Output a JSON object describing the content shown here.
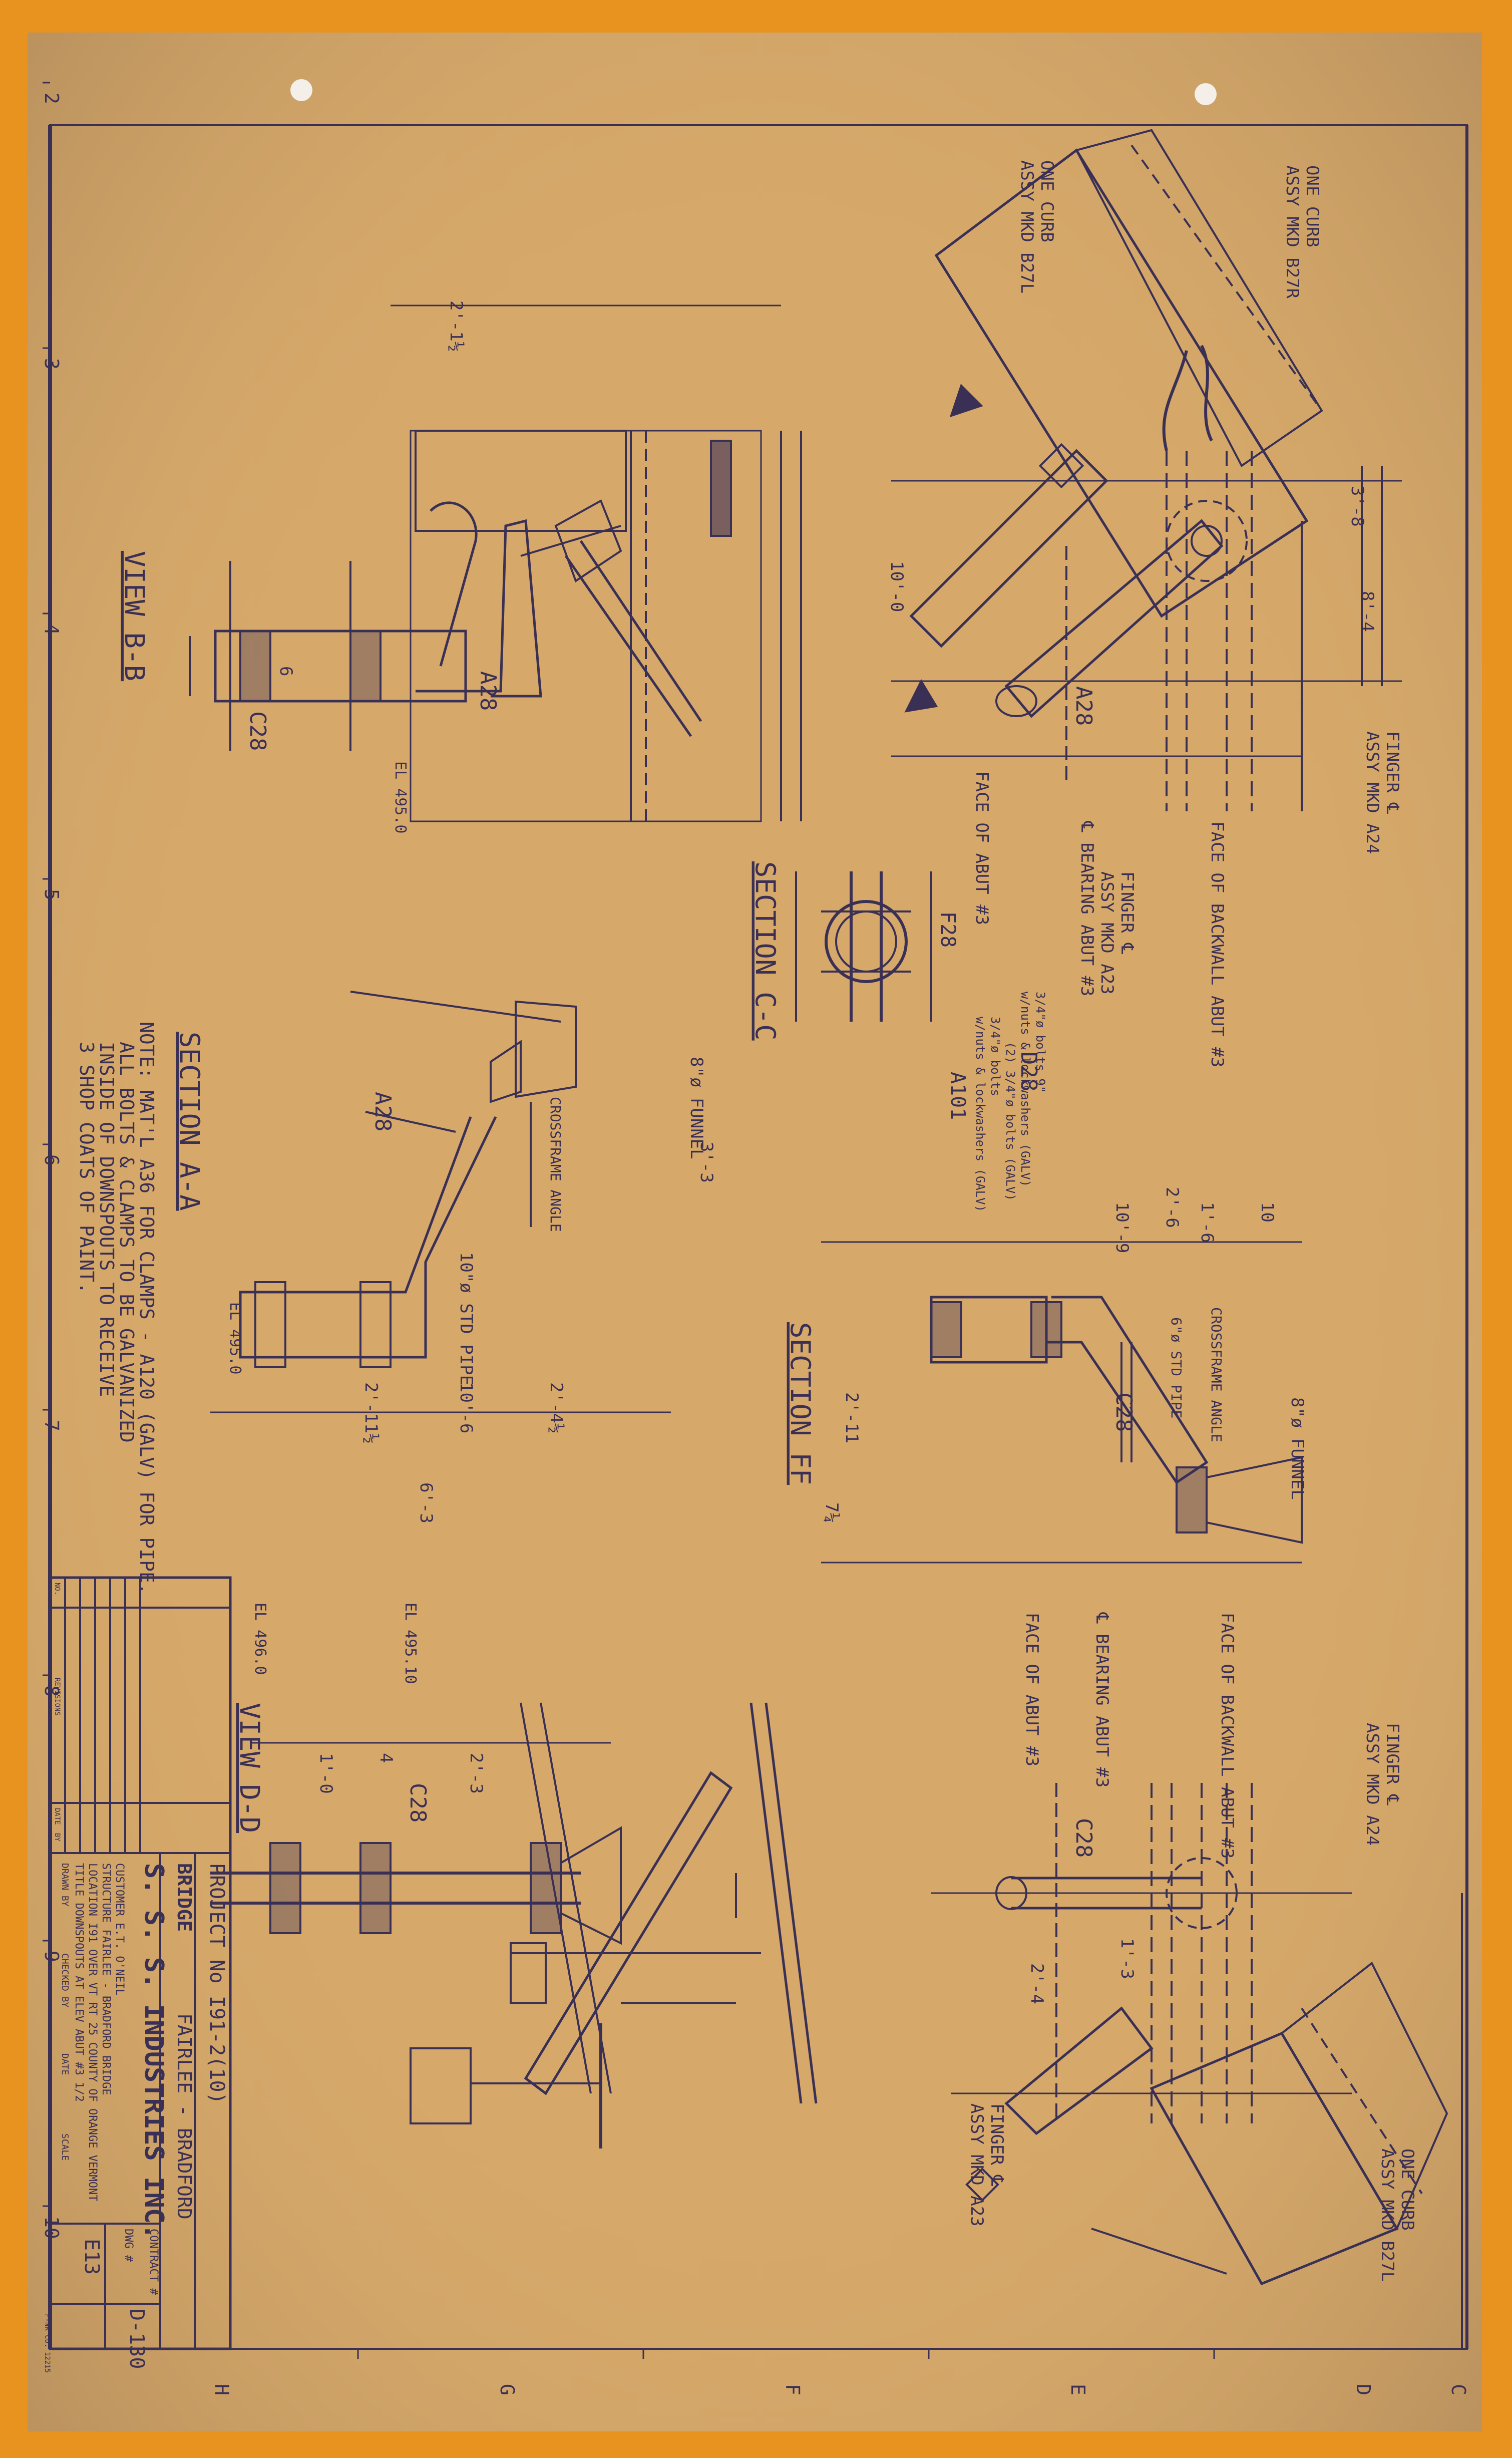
{
  "border_marks": {
    "left_numbers": [
      "2",
      "3",
      "4",
      "5",
      "6",
      "7",
      "8",
      "9",
      "10"
    ],
    "bottom_letters": [
      "H",
      "G",
      "F",
      "E",
      "D",
      "C"
    ]
  },
  "views": {
    "view_bb": "VIEW B-B",
    "section_cc": "SECTION C-C",
    "section_aa": "SECTION A-A",
    "section_ff": "SECTION FF",
    "view_dd": "VIEW D-D"
  },
  "labels": {
    "one_curb_1": "ONE CURB",
    "assy_b27r": "ASSY MKD B27R",
    "one_curb_2": "ONE CURB",
    "assy_b27l_1": "ASSY MKD B27L",
    "one_curb_3": "ONE CURB",
    "assy_b27l_2": "ASSY MKD B27L",
    "finger_cl_1": "FINGER ℄",
    "assy_a24_1": "ASSY MKD A24",
    "finger_cl_2": "FINGER ℄",
    "assy_a23_1": "ASSY MKD A23",
    "finger_cl_3": "FINGER ℄",
    "assy_a24_2": "ASSY MKD A24",
    "finger_cl_4": "FINGER ℄",
    "assy_a23_2": "ASSY MKD A23",
    "face_of_backwall_1": "FACE OF BACKWALL ABUT #3",
    "face_of_backwall_2": "FACE OF BACKWALL ABUT #3",
    "bearing_1": "℄ BEARING ABUT #3",
    "bearing_2": "℄ BEARING ABUT #3",
    "face_of_abut_1": "FACE OF ABUT #3",
    "face_of_abut_2": "FACE OF ABUT #3",
    "a28_1": "A28",
    "a28_2": "A28",
    "a28_3": "A28",
    "c28_1": "C28",
    "c28_2": "C28",
    "c28_3": "C28",
    "c28_4": "C28",
    "f28_1": "F28",
    "d28": "D28",
    "a101": "A101",
    "funnel_1": "8\"ø FUNNEL",
    "funnel_2": "8\"ø FUNNEL",
    "crossframe_1": "CROSSFRAME ANGLE",
    "crossframe_2": "CROSSFRAME ANGLE",
    "pipe_1": "10\"ø STD PIPE",
    "pipe_2": "6\"ø STD PIPE",
    "el_1": "EL 495.0",
    "el_2": "EL 495.0",
    "el_3": "EL 496.0",
    "el_4": "EL 495.10",
    "bolts_1": "3/4\"ø bolts 9\"",
    "bolts_2": "w/nuts & lockwashers (GALV)",
    "bolts_3": "3/4\"ø bolts",
    "bolts_4": "w/nuts & lockwashers (GALV)",
    "galv_1": "(2) 3/4\"ø bolts (GALV)"
  },
  "dims": {
    "d_2_1half": "2'-1½",
    "d_2_6": "2'-6",
    "d_3_8": "3'-8",
    "d_8_4": "8'-4",
    "d_10_0": "10'-0",
    "d_3_3": "3'-3",
    "d_2_11": "2'-11½",
    "d_10_6": "10'-6",
    "d_2_4": "2'-4½",
    "d_6_3": "6'-3",
    "d_2_6b": "2'-6",
    "d_10_9": "10'-9",
    "d_1_6": "1'-6",
    "d_10": "10",
    "d_2_11b": "2'-11",
    "d_1_0": "1'-0",
    "d_4": "4",
    "d_2_3": "2'-3",
    "d_2_4b": "2'-4",
    "d_1_3": "1'-3",
    "d_7_4": "7¼",
    "d_6": "6"
  },
  "notes": {
    "line1": "NOTE: MAT'L A36 FOR CLAMPS - A120 (GALV) FOR PIPE.",
    "line2": "ALL BOLTS & CLAMPS TO BE GALVANIZED",
    "line3": "INSIDE OF DOWNSPOUTS TO RECEIVE",
    "line4": "3 SHOP COATS OF PAINT."
  },
  "title_block": {
    "project": "PROJECT No  I91-2(10)",
    "bridge": "BRIDGE",
    "bridge_name": "FAIRLEE - BRADFORD",
    "company": "S. S. S.  INDUSTRIES  INC.",
    "customer": "CUSTOMER  E.T. O'NEIL",
    "structure": "STRUCTURE  FAIRLEE - BRADFORD BRIDGE",
    "location": "LOCATION I91 OVER VT RT 25 COUNTY OF ORANGE  VERMONT",
    "title": "TITLE  DOWNSPOUTS AT ELEV ABUT #3 1/2",
    "contract_label": "CONTRACT #",
    "drwg_label": "DWG #",
    "sheet": "E13",
    "drwg_no": "D-130",
    "drawn_by": "DRAWN BY",
    "checked_by": "CHECKED BY",
    "date": "DATE",
    "scale": "SCALE",
    "rev_headers": [
      "NO.",
      "REVISIONS",
      "DATE",
      "BY"
    ],
    "form_no": "F-NR CO. 12215"
  },
  "colors": {
    "paper": "#d6a96a",
    "edge": "#e8921f",
    "ink": "#3a2f55"
  }
}
